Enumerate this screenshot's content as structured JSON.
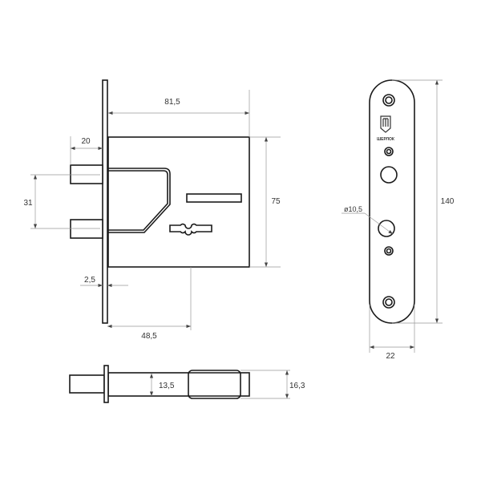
{
  "dimensions": {
    "body_width": "81,5",
    "bolt_projection": "20",
    "bolt_spacing": "31",
    "body_height": "75",
    "faceplate_thickness": "2,5",
    "backset": "48,5",
    "body_thickness": "13,5",
    "cover_thickness": "16,3",
    "strike_height": "140",
    "strike_width": "22",
    "hole_diameter": "ø10,5"
  },
  "logo_text": "ШЕРЛОК"
}
